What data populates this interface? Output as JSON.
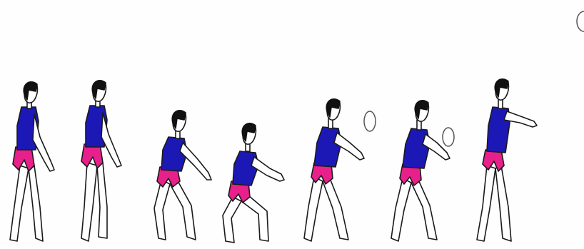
{
  "scene": {
    "frames": [
      {
        "pose": "standing-ready"
      },
      {
        "pose": "standing-ready"
      },
      {
        "pose": "crouch-arms-forward"
      },
      {
        "pose": "deep-crouch-arms-forward"
      },
      {
        "pose": "rising-arms-extended",
        "ball_visible": true
      },
      {
        "pose": "contact-bump",
        "ball_visible": true
      },
      {
        "pose": "follow-through-upright"
      }
    ],
    "ball_top_right_visible": true,
    "colors": {
      "shirt": "#1c18b6",
      "shorts": "#e8208c",
      "hair": "#111111",
      "outline": "#1a1a1a",
      "skin": "#ffffff",
      "background": "#fefefe"
    }
  }
}
